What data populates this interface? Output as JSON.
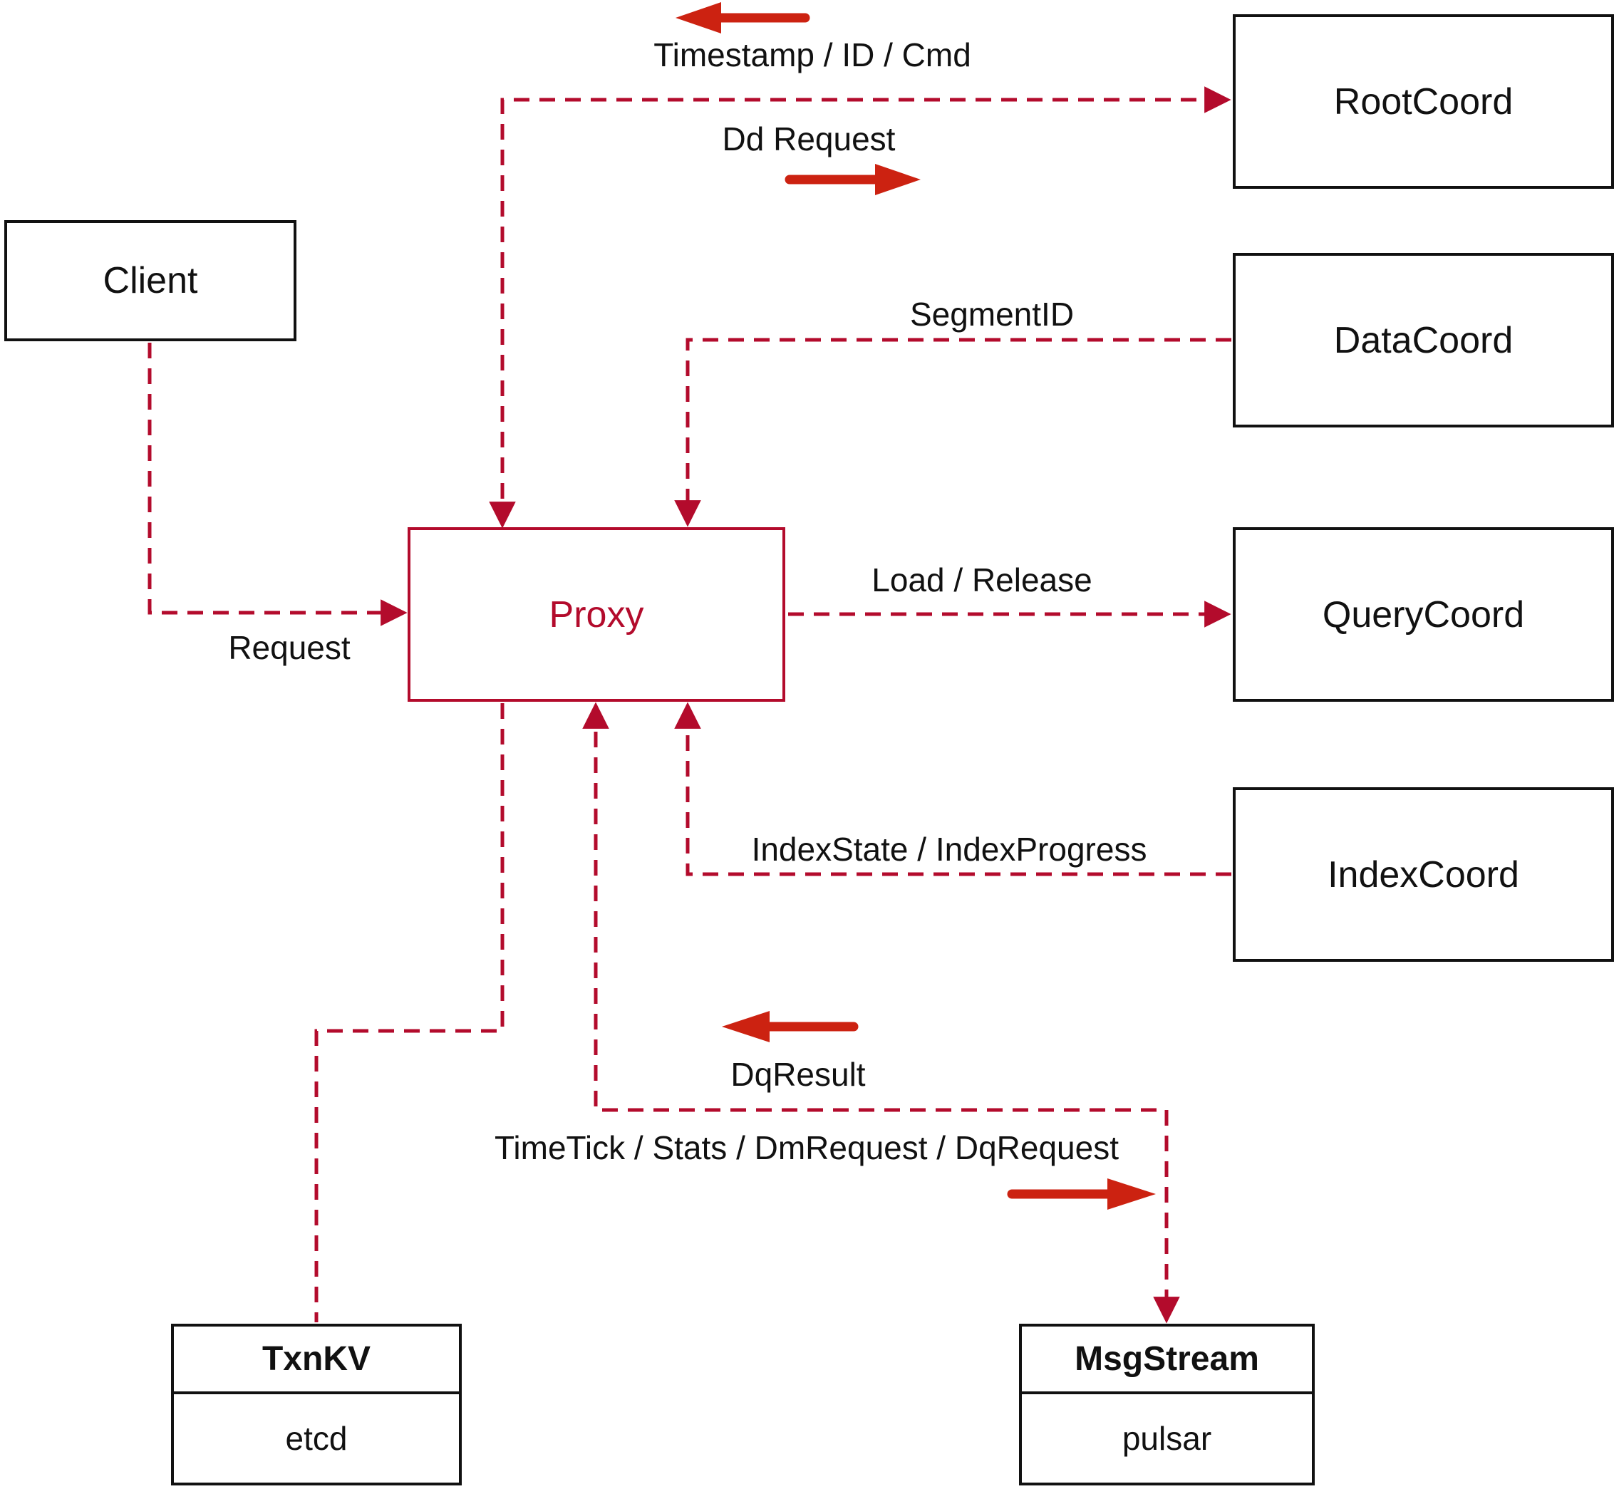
{
  "diagram": {
    "nodes": {
      "client": {
        "label": "Client"
      },
      "proxy": {
        "label": "Proxy"
      },
      "root_coord": {
        "label": "RootCoord"
      },
      "data_coord": {
        "label": "DataCoord"
      },
      "query_coord": {
        "label": "QueryCoord"
      },
      "index_coord": {
        "label": "IndexCoord"
      },
      "txn_kv": {
        "title": "TxnKV",
        "impl": "etcd"
      },
      "msg_stream": {
        "title": "MsgStream",
        "impl": "pulsar"
      }
    },
    "edges": {
      "client_to_proxy": {
        "label": "Request",
        "style": "dashed",
        "arrows": "into-proxy"
      },
      "proxy_rootcoord": {
        "label_return": "Timestamp / ID / Cmd",
        "label_request": "Dd Request",
        "style": "dashed",
        "arrows": "both-ends"
      },
      "datacoord_to_proxy": {
        "label": "SegmentID",
        "style": "dashed",
        "arrows": "into-proxy"
      },
      "proxy_to_querycoord": {
        "label": "Load / Release",
        "style": "dashed",
        "arrows": "into-querycoord"
      },
      "indexcoord_to_proxy": {
        "label": "IndexState / IndexProgress",
        "style": "dashed",
        "arrows": "into-proxy"
      },
      "proxy_txnkv": {
        "style": "dashed",
        "arrows": "none"
      },
      "proxy_msgstream": {
        "label_return": "DqResult",
        "label_request": "TimeTick / Stats / DmRequest / DqRequest",
        "style": "dashed",
        "arrows": "both-ends"
      }
    },
    "colors": {
      "connector": "#b30b2c",
      "solid_arrow": "#cc2211",
      "box_border": "#111111",
      "text": "#111111",
      "proxy_accent": "#b30b2c",
      "background": "#ffffff"
    }
  }
}
